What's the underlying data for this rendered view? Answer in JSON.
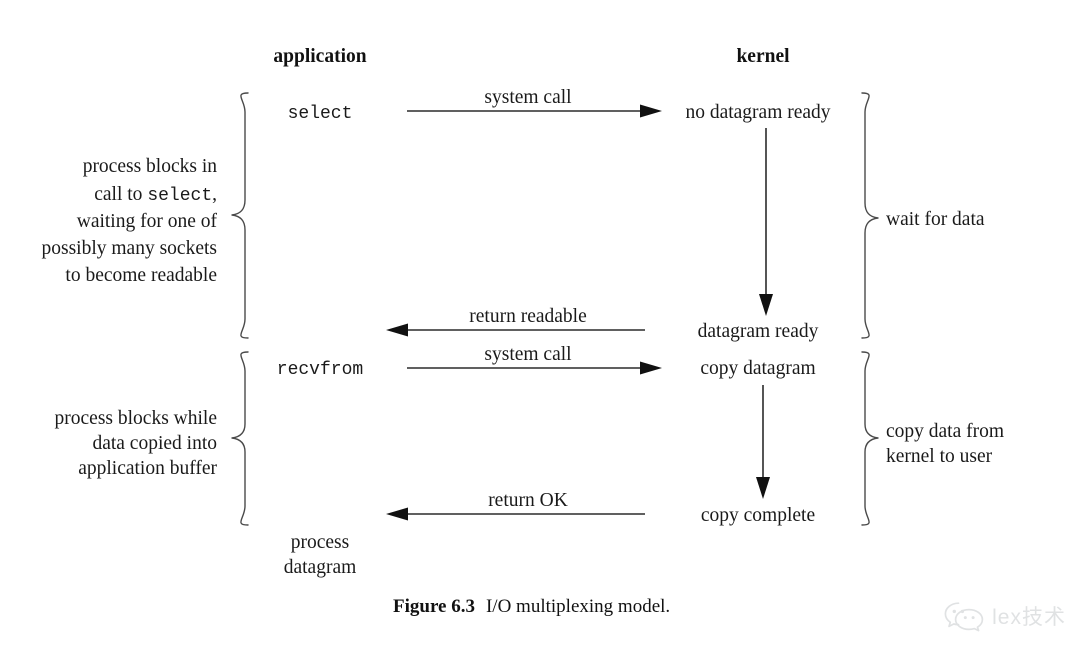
{
  "figure": {
    "caption_label": "Figure 6.3",
    "caption_text": "I/O multiplexing model.",
    "background": "#ffffff",
    "ink": "#1a1a1a"
  },
  "columns": {
    "application": "application",
    "kernel": "kernel"
  },
  "application_calls": {
    "select": "select",
    "recvfrom": "recvfrom",
    "process_line1": "process",
    "process_line2": "datagram"
  },
  "kernel_states": {
    "no_datagram_ready": "no datagram ready",
    "datagram_ready": "datagram ready",
    "copy_datagram": "copy datagram",
    "copy_complete": "copy complete"
  },
  "arrows": [
    {
      "name": "system-call-select",
      "label": "system call",
      "direction": "right"
    },
    {
      "name": "return-readable",
      "label": "return readable",
      "direction": "left"
    },
    {
      "name": "system-call-recvfrom",
      "label": "system call",
      "direction": "right"
    },
    {
      "name": "return-ok",
      "label": "return OK",
      "direction": "left"
    }
  ],
  "left_annotations": {
    "block1": {
      "lines": [
        "process blocks in",
        "call to",
        "select",
        ",",
        "waiting for one of",
        "possibly many sockets",
        "to become readable"
      ],
      "l1": "process blocks in",
      "l2a": "call to ",
      "l2mono": "select",
      "l2b": ",",
      "l3": "waiting for one of",
      "l4": "possibly many sockets",
      "l5": "to become readable"
    },
    "block2": {
      "l1": "process blocks while",
      "l2": "data copied into",
      "l3": "application buffer"
    }
  },
  "right_annotations": {
    "block1": {
      "l1": "wait for data"
    },
    "block2": {
      "l1": "copy data from",
      "l2": "kernel to user"
    }
  },
  "watermark": {
    "text": "lex技术",
    "icon": "wechat-icon",
    "color": "#9aa0a6"
  }
}
